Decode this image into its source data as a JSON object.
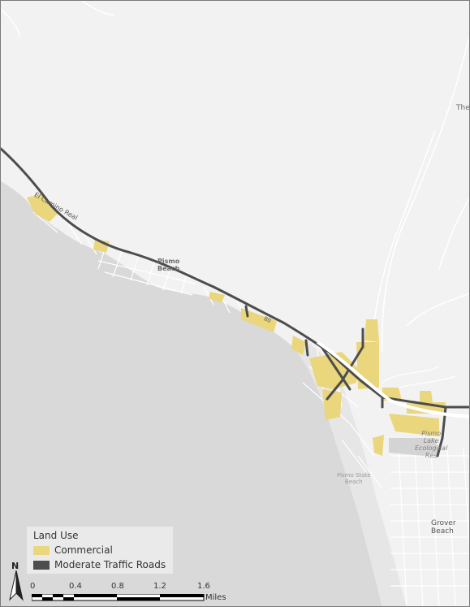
{
  "map": {
    "places": {
      "pismo_beach_line1": "Pismo",
      "pismo_beach_line2": "Beach",
      "grover_beach_line1": "Grover",
      "grover_beach_line2": "Beach",
      "pismo_lake_line1": "Pismo",
      "pismo_lake_line2": "Lake",
      "pismo_lake_line3": "Ecological",
      "pismo_lake_line4": "Res",
      "pismo_state_beach_line1": "Pismo State",
      "pismo_state_beach_line2": "Beach",
      "the_partial": "The",
      "el_camino_real": "El Camino Real",
      "hwy_label": "80"
    },
    "colors": {
      "ocean": "#d9d9d9",
      "land": "#f2f2f2",
      "commercial": "#ead67c",
      "roads": "#4d4d4d",
      "streets": "#ffffff"
    }
  },
  "legend": {
    "title": "Land Use",
    "items": [
      {
        "label": "Commercial",
        "color": "#ead67c"
      },
      {
        "label": "Moderate Traffic Roads",
        "color": "#4d4d4d"
      }
    ]
  },
  "north_arrow": {
    "label": "N"
  },
  "scale_bar": {
    "ticks": [
      "0",
      "0.4",
      "0.8",
      "1.2",
      "1.6"
    ],
    "units": "Miles"
  }
}
